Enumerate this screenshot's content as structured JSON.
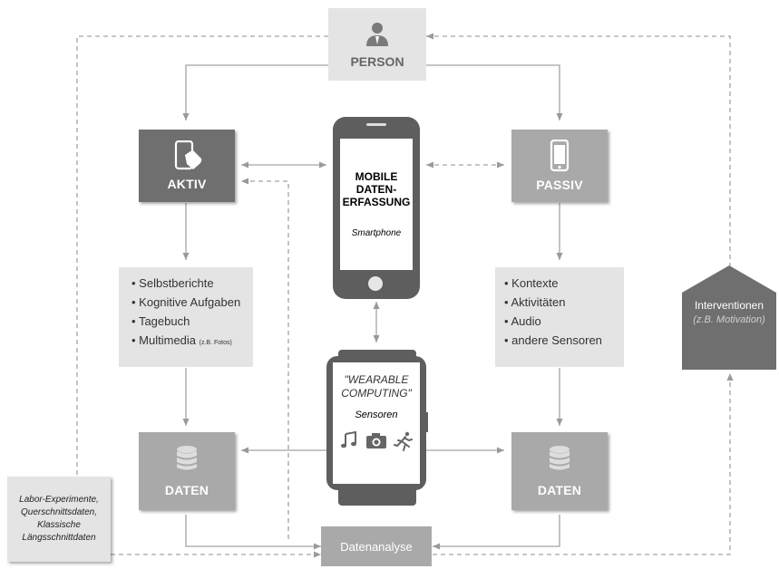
{
  "person": {
    "label": "PERSON",
    "icon": "person-icon"
  },
  "aktiv": {
    "label": "AKTIV",
    "icon": "hand-phone-icon"
  },
  "passiv": {
    "label": "PASSIV",
    "icon": "phone-icon"
  },
  "smartphone": {
    "title_line1": "MOBILE",
    "title_line2": "DATEN-",
    "title_line3": "ERFASSUNG",
    "subtitle": "Smartphone"
  },
  "aktiv_list": {
    "items": [
      "Selbstberichte",
      "Kognitive Aufgaben",
      "Tagebuch",
      "Multimedia"
    ],
    "multimedia_note": "(z.B. Fotos)"
  },
  "passiv_list": {
    "items": [
      "Kontexte",
      "Aktivitäten",
      "Audio",
      "andere Sensoren"
    ]
  },
  "wearable": {
    "title_line1": "\"WEARABLE",
    "title_line2": "COMPUTING\"",
    "subtitle": "Sensoren",
    "icons": [
      "music-icon",
      "camera-icon",
      "running-icon"
    ]
  },
  "daten_left": {
    "label": "DATEN",
    "icon": "database-icon"
  },
  "daten_right": {
    "label": "DATEN",
    "icon": "database-icon"
  },
  "datenanalyse": {
    "label": "Datenanalyse"
  },
  "interventionen": {
    "title": "Interventionen",
    "subtitle": "(z.B. Motivation)"
  },
  "labor": {
    "line1": "Labor-Experimente,",
    "line2": "Querschnittsdaten,",
    "line3": "Klassische",
    "line4": "Längsschnittdaten"
  },
  "colors": {
    "dark_box": "#6f6f6f",
    "mid_box": "#a9a9a9",
    "light_box": "#e4e4e4",
    "line": "#9a9a9a"
  }
}
